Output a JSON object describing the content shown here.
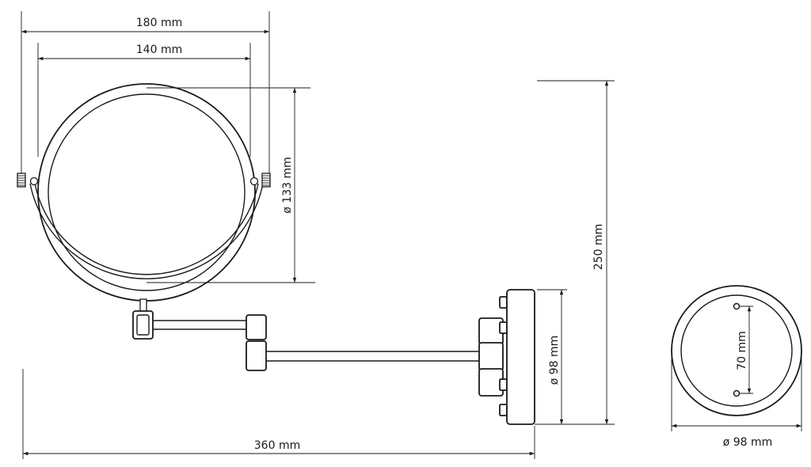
{
  "dimensions": {
    "mirror_outer_width": "180 mm",
    "mirror_inner_width": "140 mm",
    "mirror_glass_diameter": "ø 133 mm",
    "total_height": "250 mm",
    "base_diameter_side": "ø 98 mm",
    "total_reach": "360 mm",
    "hole_spacing": "70 mm",
    "base_diameter_front": "ø 98 mm"
  },
  "colors": {
    "line": "#1a1a1a",
    "background": "#ffffff"
  }
}
